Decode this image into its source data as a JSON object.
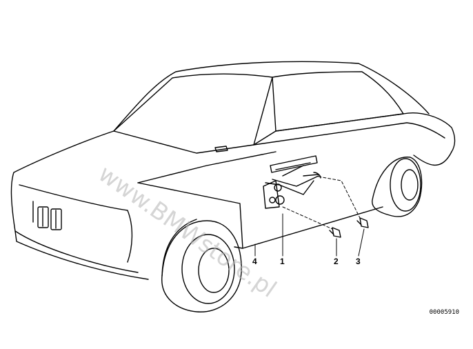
{
  "diagram": {
    "callouts": [
      {
        "id": "4",
        "label": "4"
      },
      {
        "id": "1",
        "label": "1"
      },
      {
        "id": "2",
        "label": "2"
      },
      {
        "id": "3",
        "label": "3"
      }
    ],
    "part_number": "00005910",
    "watermark": "www.BMWstore.pl"
  }
}
